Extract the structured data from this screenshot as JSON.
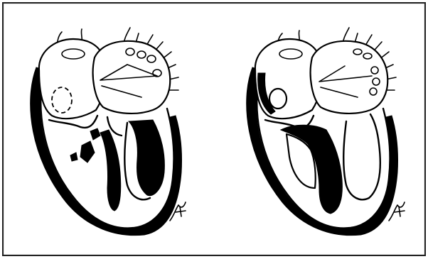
{
  "figure": {
    "panels": [
      {
        "id": "left",
        "signature": "sketch-signature-mark"
      },
      {
        "id": "right",
        "signature": "sketch-signature-mark"
      }
    ],
    "colors": {
      "ink": "#000000",
      "paper": "#ffffff",
      "frame": "#222222"
    }
  }
}
